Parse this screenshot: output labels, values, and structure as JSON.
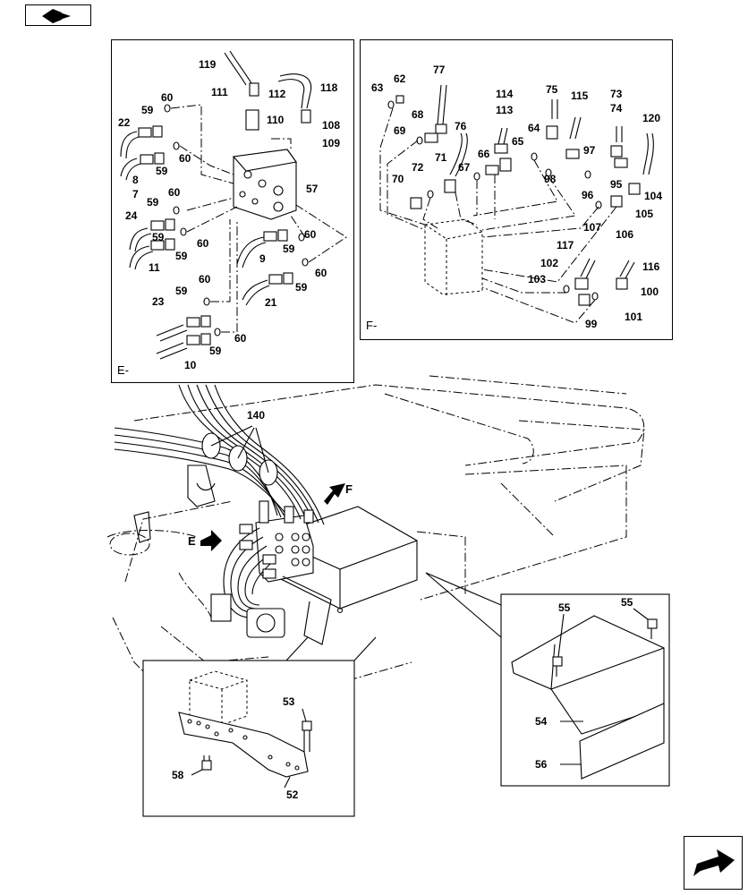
{
  "nav": {
    "prev_icon": "book-arrow-icon",
    "next_icon": "arrow-right-icon"
  },
  "panels": {
    "e_label": "E-",
    "f_label": "F-"
  },
  "main": {
    "arrow_e": "E",
    "arrow_f": "F"
  },
  "callouts_e": [
    "119",
    "111",
    "112",
    "118",
    "60",
    "110",
    "108",
    "109",
    "22",
    "59",
    "60",
    "8",
    "59",
    "7",
    "57",
    "59",
    "60",
    "24",
    "59",
    "60",
    "11",
    "59",
    "9",
    "59",
    "60",
    "60",
    "59",
    "23",
    "59",
    "60",
    "21",
    "60",
    "10",
    "59"
  ],
  "callouts_f": [
    "63",
    "62",
    "77",
    "114",
    "75",
    "115",
    "73",
    "68",
    "113",
    "74",
    "120",
    "76",
    "69",
    "64",
    "66",
    "65",
    "72",
    "71",
    "67",
    "97",
    "70",
    "98",
    "95",
    "96",
    "104",
    "107",
    "105",
    "106",
    "117",
    "102",
    "116",
    "103",
    "100",
    "99",
    "101"
  ],
  "callouts_main": [
    "140"
  ],
  "callouts_detail": [
    "55",
    "55",
    "54",
    "56",
    "53",
    "58",
    "52"
  ]
}
